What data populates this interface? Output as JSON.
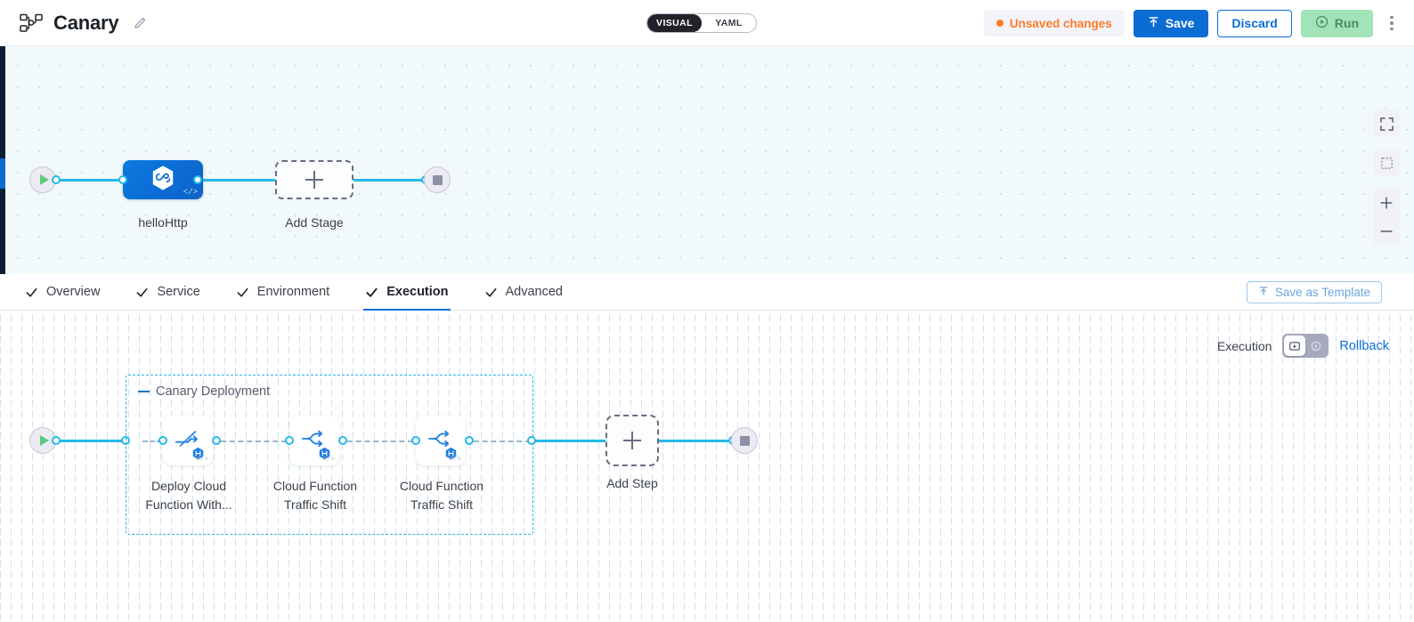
{
  "header": {
    "pipeline_icon": "pipeline-nodes-icon",
    "title": "Canary",
    "edit_icon": "pencil-edit-icon",
    "mode_toggle": {
      "visual": "VISUAL",
      "yaml": "YAML",
      "selected": "VISUAL"
    },
    "unsaved_label": "Unsaved changes",
    "unsaved_color": "#ff7b26",
    "save_label": "Save",
    "discard_label": "Discard",
    "run_label": "Run",
    "kebab_icon": "more-vertical-icon"
  },
  "top_canvas": {
    "start_icon": "play-start-icon",
    "end_icon": "stop-end-icon",
    "stages": [
      {
        "name": "helloHttp",
        "icon": "harness-hexagon-icon",
        "code_badge": "</>"
      }
    ],
    "add_stage_label": "Add Stage",
    "controls": [
      {
        "name": "fit-screen-icon"
      },
      {
        "name": "selection-box-icon"
      },
      {
        "name": "zoom-in-icon",
        "label": "+"
      },
      {
        "name": "zoom-out-icon",
        "label": "−"
      }
    ]
  },
  "tabs": [
    {
      "label": "Overview",
      "checked": true,
      "active": false
    },
    {
      "label": "Service",
      "checked": true,
      "active": false
    },
    {
      "label": "Environment",
      "checked": true,
      "active": false
    },
    {
      "label": "Execution",
      "checked": true,
      "active": true
    },
    {
      "label": "Advanced",
      "checked": true,
      "active": false
    }
  ],
  "save_as_template": {
    "label": "Save as Template",
    "icon": "template-upload-icon"
  },
  "execution_panel": {
    "exec_label": "Execution",
    "toggle": {
      "left_icon": "execution-play-box-icon",
      "right_icon": "rollback-clock-icon",
      "selected": "left"
    },
    "rollback_label": "Rollback",
    "start_icon": "play-start-icon",
    "end_icon": "stop-end-icon",
    "group": {
      "title": "Canary Deployment",
      "border_color": "#2bb3e5",
      "steps": [
        {
          "label_line1": "Deploy Cloud",
          "label_line2": "Function With...",
          "icon": "deploy-cloud-function-icon",
          "badge": "harness-hex-badge",
          "code_badge": "</>"
        },
        {
          "label_line1": "Cloud Function",
          "label_line2": "Traffic Shift",
          "icon": "traffic-shift-icon",
          "badge": "harness-hex-badge",
          "code_badge": "</>"
        },
        {
          "label_line1": "Cloud Function",
          "label_line2": "Traffic Shift",
          "icon": "traffic-shift-icon",
          "badge": "harness-hex-badge",
          "code_badge": "</>"
        }
      ]
    },
    "add_step_label": "Add Step"
  },
  "theme": {
    "accent_blue": "#0b6cd4",
    "link_cyan": "#24b9e8",
    "run_green": "#a2e3b8",
    "canvas_top_bg": "#f1f9fb"
  }
}
